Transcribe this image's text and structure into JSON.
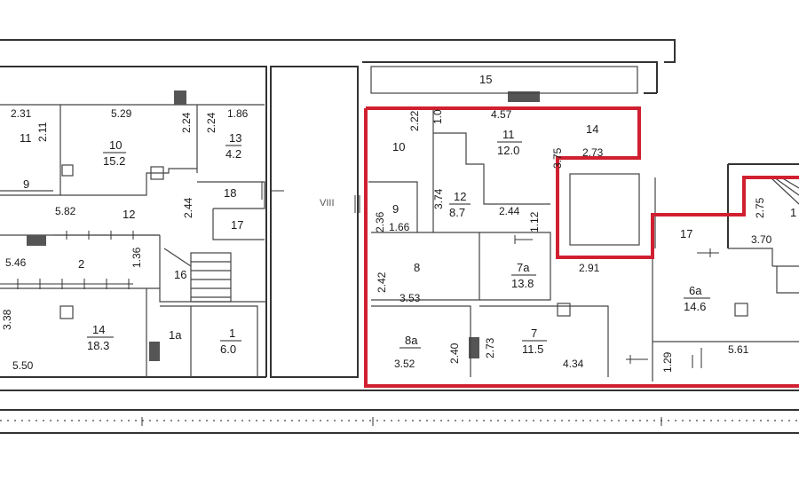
{
  "plan": {
    "highlight_color": "#d02030",
    "left_block": {
      "room_11": {
        "number": "11",
        "dim_top": "2.31",
        "dim_side": "2.11"
      },
      "room_10": {
        "number": "10",
        "area": "15.2",
        "dim_top": "5.29",
        "dim_side": "2.24"
      },
      "room_13": {
        "number": "13",
        "area": "4.2",
        "dim_top": "1.86",
        "dim_side": "2.24"
      },
      "room_9": {
        "number": "9"
      },
      "room_12": {
        "number": "12",
        "dim_a": "5.82",
        "dim_b": "2.44"
      },
      "room_18": {
        "number": "18"
      },
      "room_17": {
        "number": "17"
      },
      "room_2": {
        "number": "2",
        "dim_a": "5.46",
        "dim_b": "1.36"
      },
      "room_16": {
        "number": "16"
      },
      "room_14": {
        "number": "14",
        "area": "18.3",
        "dim_side": "3.38",
        "dim_bottom": "5.50"
      },
      "room_1a": {
        "number": "1a"
      },
      "room_1": {
        "number": "1",
        "area": "6.0"
      }
    },
    "stair_label": "VIII",
    "right_block": {
      "room_15": {
        "number": "15"
      },
      "room_10": {
        "number": "10",
        "dim": "2.22"
      },
      "dim_1_0": "1.0",
      "room_11": {
        "number": "11",
        "area": "12.0",
        "dim_top": "4.57",
        "dim_side": "3.75"
      },
      "room_14": {
        "number": "14",
        "dim": "2.73"
      },
      "room_12": {
        "number": "12",
        "area": "8.7",
        "dim_a": "3.74",
        "dim_b": "2.44"
      },
      "room_9": {
        "number": "9",
        "dim_a": "2.36",
        "dim_b": "1.66"
      },
      "dim_1_12": "1.12",
      "room_17": {
        "number": "17"
      },
      "room_r_top": {
        "dim_a": "2.75",
        "dim_b": "3.70",
        "number": "1"
      },
      "room_8": {
        "number": "8",
        "dim_a": "2.42",
        "dim_b": "3.53"
      },
      "room_7a": {
        "number": "7a",
        "area": "13.8",
        "dim": "2.91"
      },
      "room_6a": {
        "number": "6a",
        "area": "14.6"
      },
      "room_8a": {
        "number": "8a",
        "dim_a": "3.52",
        "dim_b": "2.40"
      },
      "room_7": {
        "number": "7",
        "area": "11.5",
        "dim_a": "2.73",
        "dim_b": "4.34"
      },
      "dim_1_29": "1.29",
      "dim_5_61": "5.61"
    }
  }
}
